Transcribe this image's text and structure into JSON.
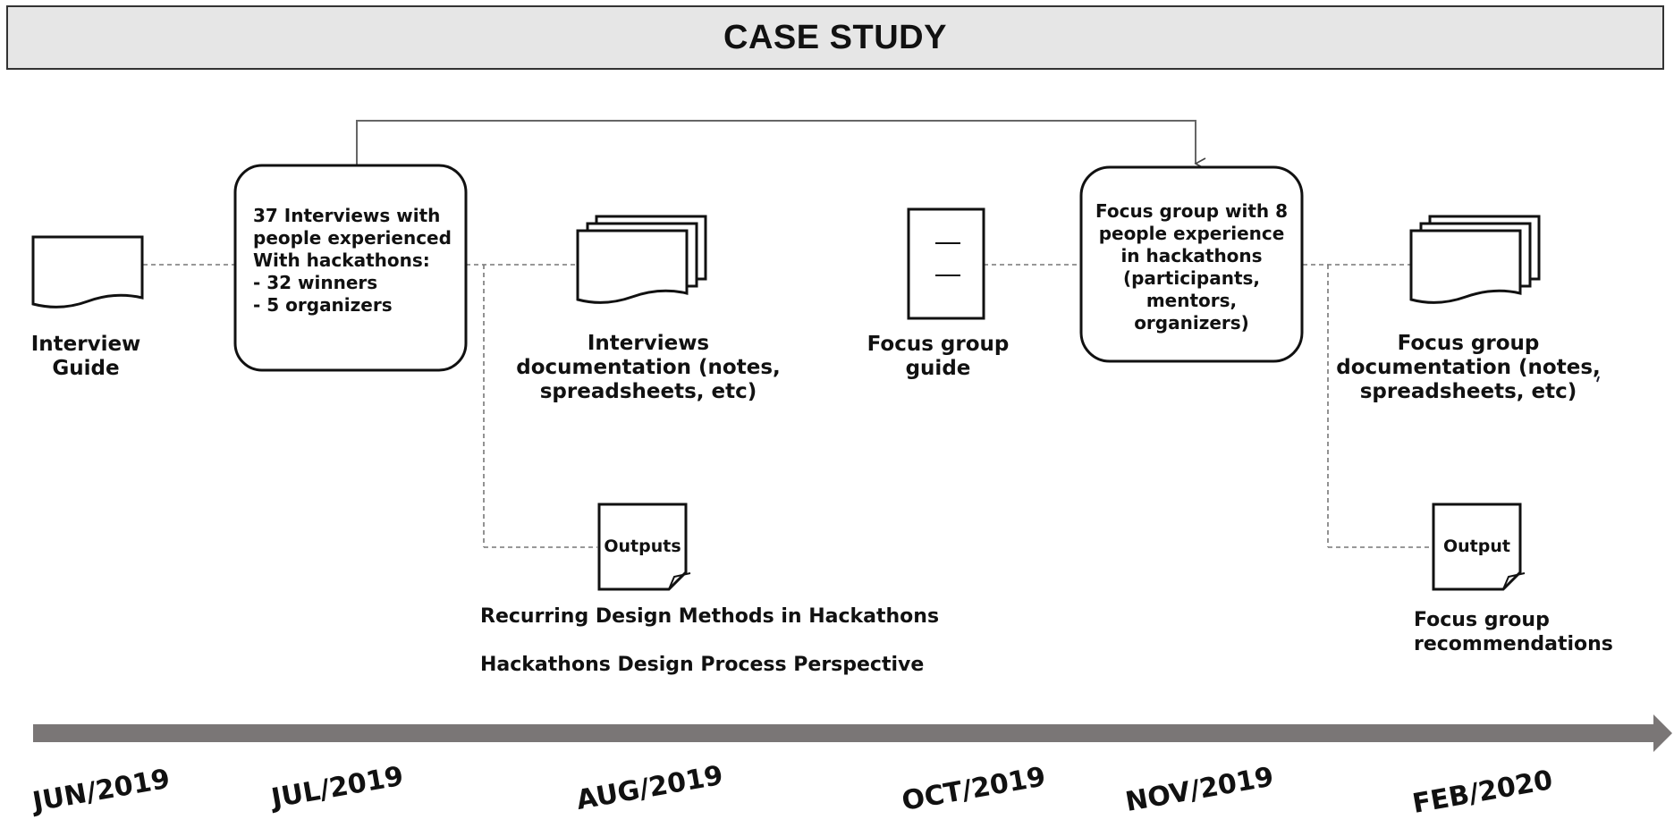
{
  "title": "CASE STUDY",
  "stages": {
    "interview_guide": "Interview\nGuide",
    "interviews_box": "37 Interviews with\npeople experienced\nWith hackathons:\n- 32 winners\n- 5 organizers",
    "interviews_docs": "Interviews\ndocumentation (notes,\nspreadsheets, etc)",
    "focus_guide": "Focus group\nguide",
    "focus_box": "Focus group with 8\npeople experience\nin hackathons\n(participants,\nmentors,\norganizers)",
    "focus_docs": "Focus group\ndocumentation (notes,\nspreadsheets, etc)"
  },
  "outputs": {
    "interviews_doc_label": "Outputs",
    "interviews_items": [
      "Recurring Design Methods in Hackathons",
      "Hackathons Design Process Perspective"
    ],
    "focus_doc_label": "Output",
    "focus_items": "Focus group\nrecommendations"
  },
  "timeline": [
    "JUN/2019",
    "JUL/2019",
    "AUG/2019",
    "OCT/2019",
    "NOV/2019",
    "FEB/2020"
  ],
  "colors": {
    "timeline_arrow": "#7a7676",
    "banner_bg": "#e6e6e6",
    "stroke": "#111111",
    "connector": "#777777"
  }
}
